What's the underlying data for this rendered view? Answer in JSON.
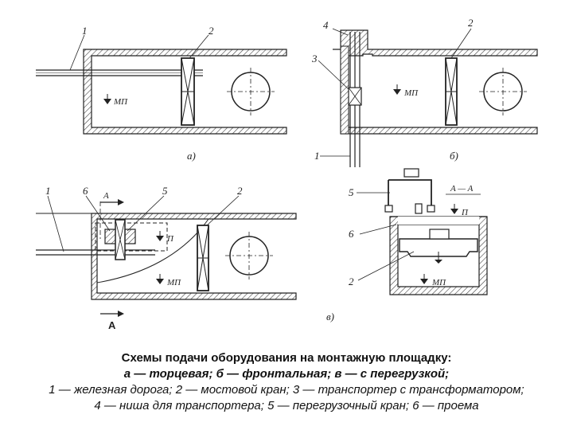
{
  "diagrams": {
    "a": {
      "caption": "а)",
      "callouts": [
        "1",
        "2"
      ],
      "mark": "МП"
    },
    "b": {
      "caption": "б)",
      "callouts": [
        "4",
        "2",
        "3",
        "1"
      ],
      "mark": "МП"
    },
    "v": {
      "caption": "в)",
      "callouts": [
        "1",
        "6",
        "5",
        "2"
      ],
      "section_arrow": "A",
      "section_arrow_bottom": "A",
      "mark_p": "П",
      "mark_mp": "МП"
    },
    "section": {
      "title": "A — A",
      "callouts": [
        "5",
        "6",
        "2"
      ],
      "mark_p": "П",
      "mark_mp": "МП"
    }
  },
  "caption": {
    "title": "Схемы подачи оборудования на монтажную площадку:",
    "subtitle": "а — торцевая; б — фронтальная; в — с перегрузкой;",
    "line1": "1 — железная дорога; 2 — мостовой кран; 3 — транспортер с трансформатором;",
    "line2": "4 — ниша для транспортера; 5 — перегрузочный кран; 6 — проема"
  }
}
